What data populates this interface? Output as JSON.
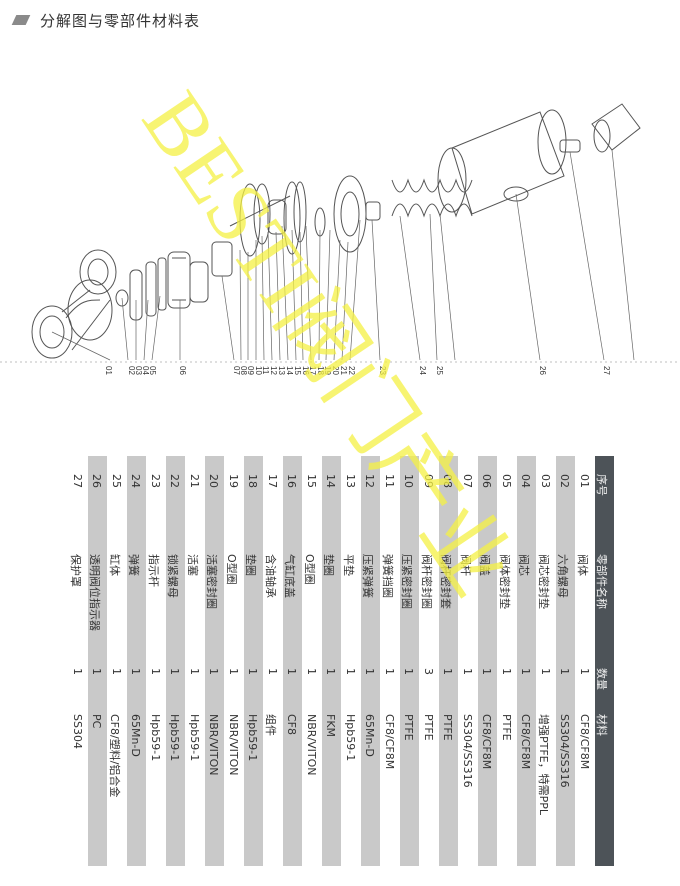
{
  "header": {
    "title": "分解图与零部件材料表"
  },
  "watermark": {
    "text": "BESTI阀门产业"
  },
  "callouts": [
    "01",
    "02",
    "03",
    "04",
    "05",
    "06",
    "07",
    "08",
    "09",
    "10",
    "11",
    "12",
    "13",
    "14",
    "15",
    "16",
    "17",
    "18",
    "19",
    "20",
    "21",
    "22",
    "23",
    "24",
    "25",
    "26",
    "27"
  ],
  "table": {
    "columns": [
      "序号",
      "零部件名称",
      "数量",
      "材料"
    ],
    "rows": [
      [
        "01",
        "阀体",
        "1",
        "CF8/CF8M"
      ],
      [
        "02",
        "六角螺母",
        "1",
        "SS304/SS316"
      ],
      [
        "03",
        "阀芯密封垫",
        "1",
        "增强PTFE，特需PPL"
      ],
      [
        "04",
        "阀芯",
        "1",
        "CF8/CF8M"
      ],
      [
        "05",
        "阀体密封垫",
        "1",
        "PTFE"
      ],
      [
        "06",
        "阀盖",
        "1",
        "CF8/CF8M"
      ],
      [
        "07",
        "阀杆",
        "1",
        "SS304/SS316"
      ],
      [
        "08",
        "阀杆密封套",
        "1",
        "PTFE"
      ],
      [
        "09",
        "阀杆密封圈",
        "3",
        "PTFE"
      ],
      [
        "10",
        "压紧密封圈",
        "1",
        "PTFE"
      ],
      [
        "11",
        "弹簧挡圈",
        "1",
        "CF8/CF8M"
      ],
      [
        "12",
        "压紧弹簧",
        "1",
        "65Mn-D"
      ],
      [
        "13",
        "平垫",
        "1",
        "Hpb59-1"
      ],
      [
        "14",
        "垫圈",
        "1",
        "FKM"
      ],
      [
        "15",
        "O型圈",
        "1",
        "NBR/VITON"
      ],
      [
        "16",
        "气缸底盖",
        "1",
        "CF8"
      ],
      [
        "17",
        "含油轴承",
        "1",
        "组件"
      ],
      [
        "18",
        "垫圈",
        "1",
        "Hpb59-1"
      ],
      [
        "19",
        "O型圈",
        "1",
        "NBR/VITON"
      ],
      [
        "20",
        "活塞密封圈",
        "1",
        "NBR/VITON"
      ],
      [
        "21",
        "活塞",
        "1",
        "Hpb59-1"
      ],
      [
        "22",
        "锁紧螺母",
        "1",
        "Hpb59-1"
      ],
      [
        "23",
        "指示杆",
        "1",
        "Hpb59-1"
      ],
      [
        "24",
        "弹簧",
        "1",
        "65Mn-D"
      ],
      [
        "25",
        "缸体",
        "1",
        "CF8/塑料/铝合金"
      ],
      [
        "26",
        "透明阀位指示器",
        "1",
        "PC"
      ],
      [
        "27",
        "保护罩",
        "1",
        "SS304"
      ]
    ]
  }
}
